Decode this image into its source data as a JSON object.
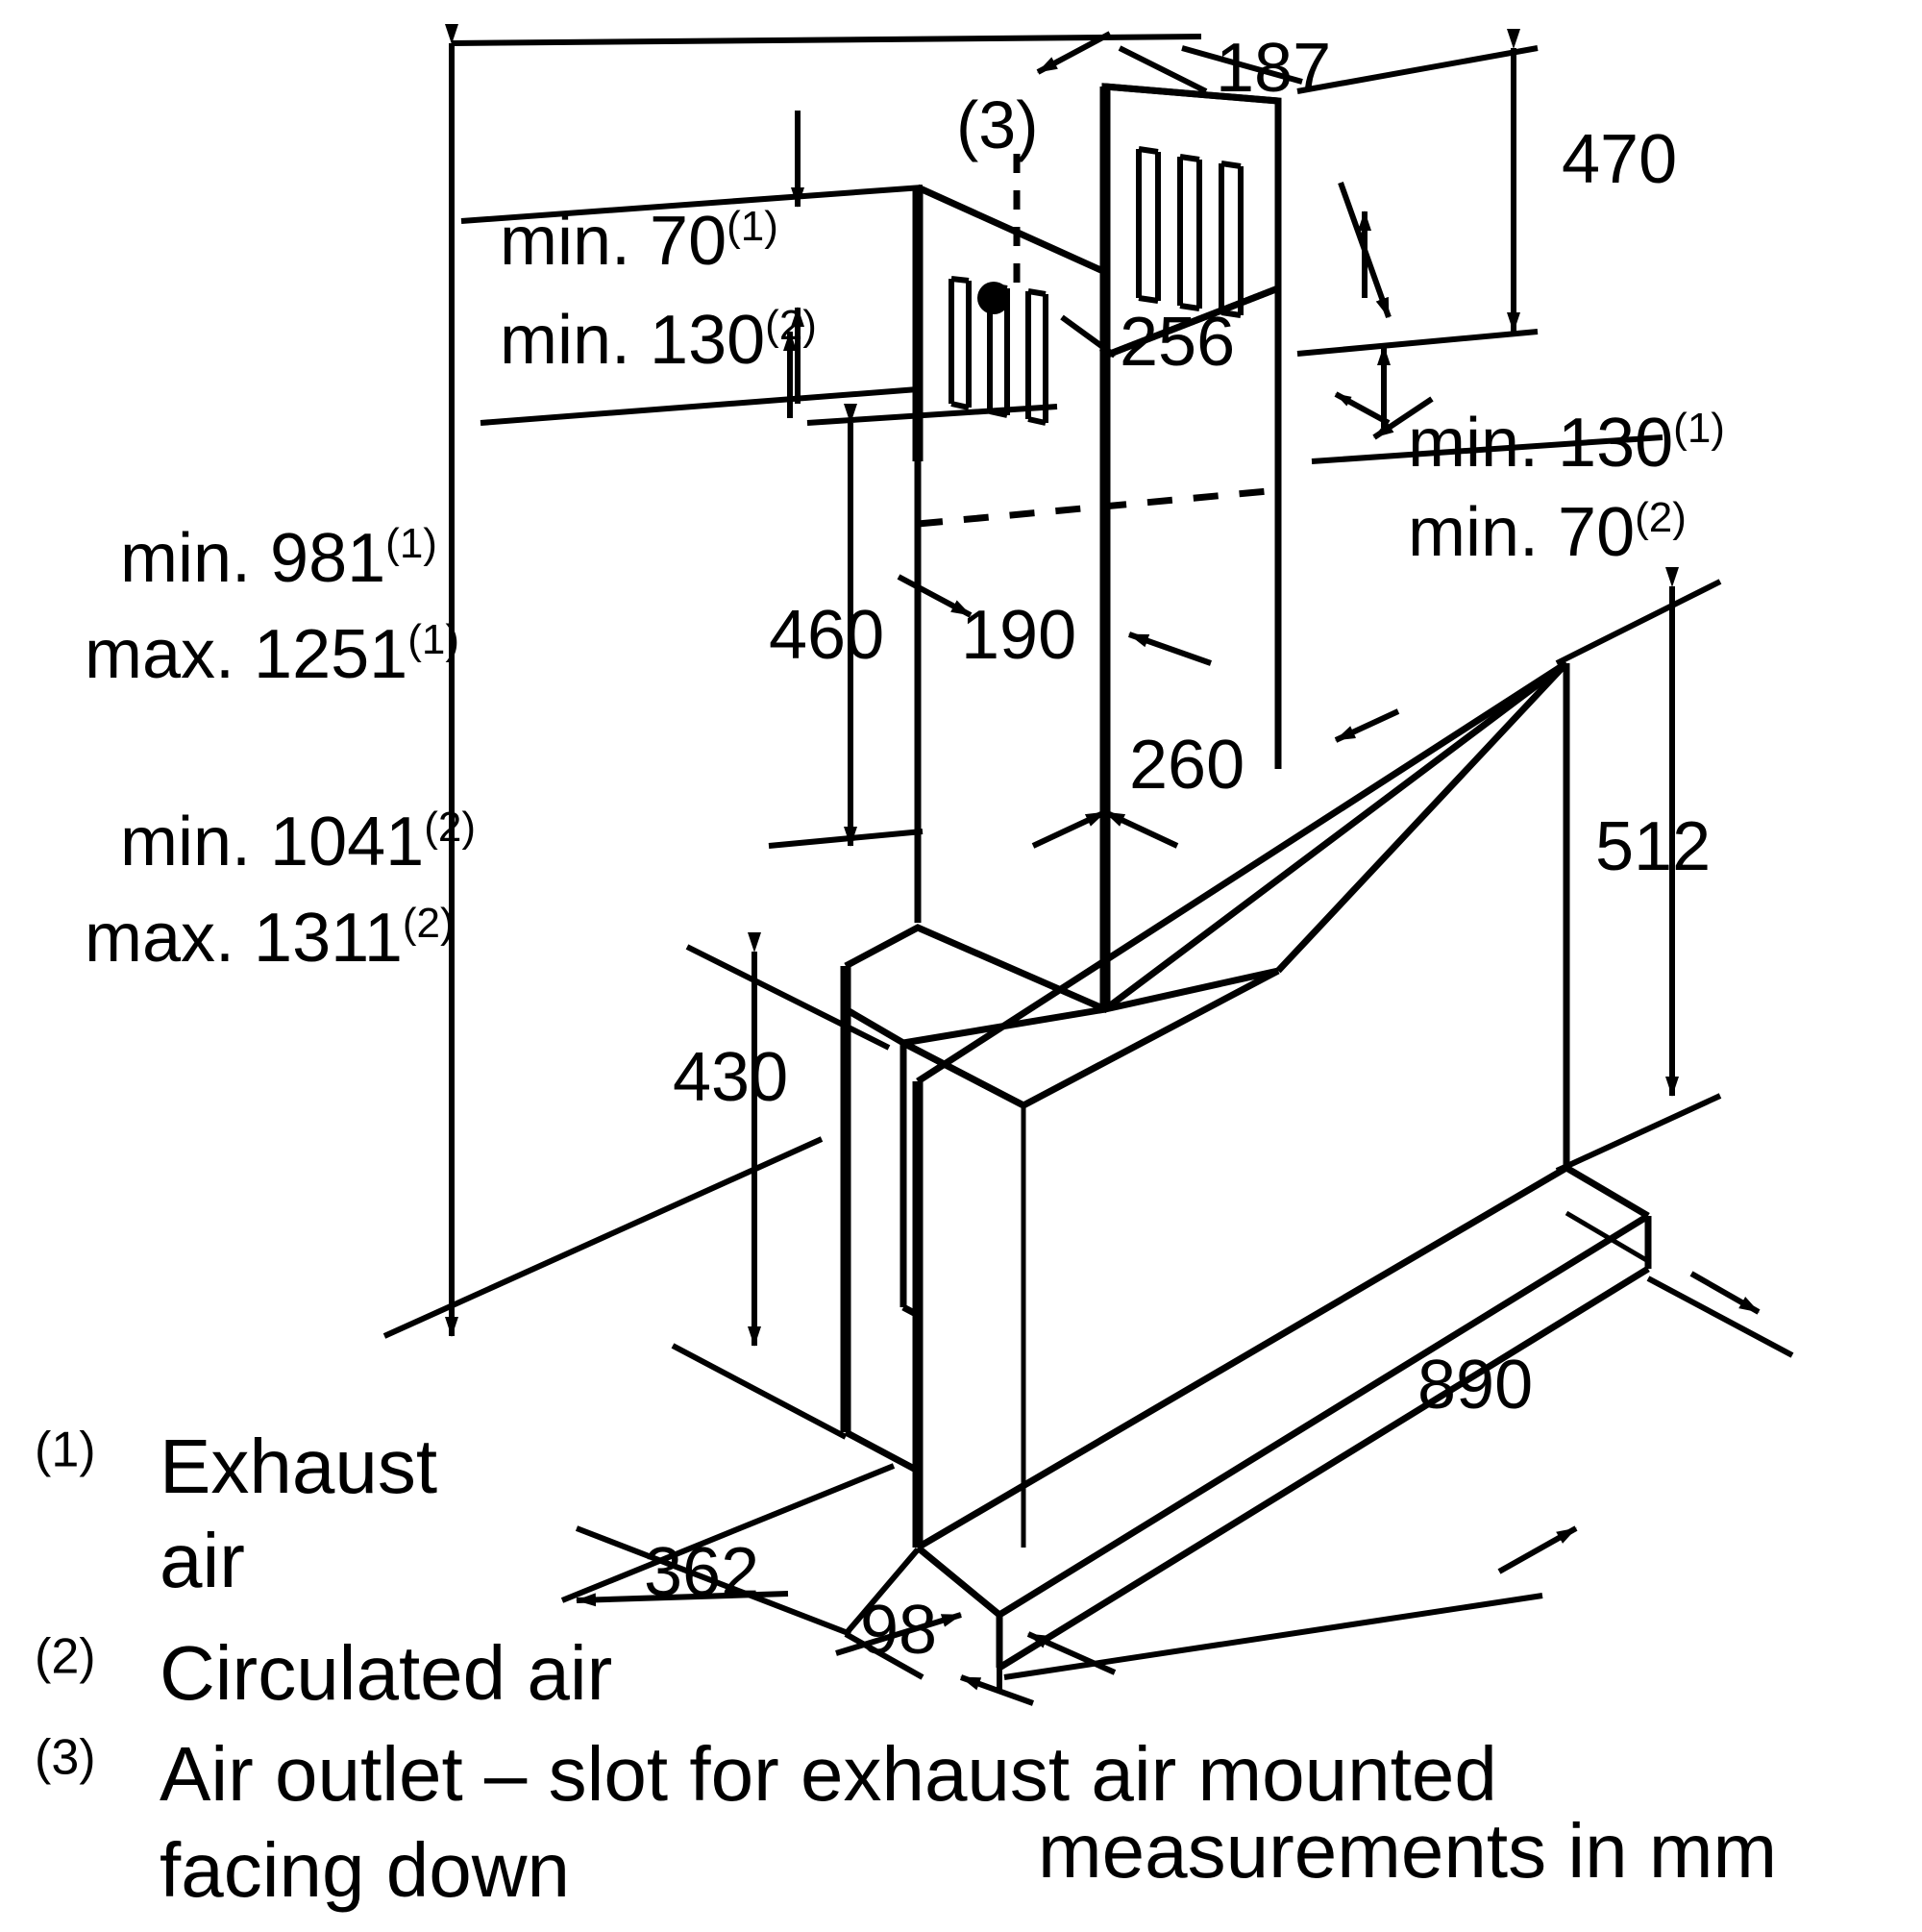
{
  "drawing": {
    "title": "Wall-mounted extractor hood dimension drawing",
    "units_note": "measurements in mm",
    "line_color": "#000000",
    "background_color": "#ffffff"
  },
  "callouts": {
    "air_outlet_marker": "(3)"
  },
  "dimensions": {
    "top_width": "187",
    "chimney_depth": "256",
    "top_height": "470",
    "duct_drop": "460",
    "chimney_width": "190",
    "body_depth_upper": "260",
    "body_front_height": "430",
    "glass_height": "512",
    "body_width": "890",
    "body_depth_lower": "362",
    "glass_thickness": "98"
  },
  "clearances": {
    "top_left": [
      {
        "prefix": "min. ",
        "value": "70",
        "note": "(1)"
      },
      {
        "prefix": "min. ",
        "value": "130",
        "note": "(2)"
      }
    ],
    "left_column": [
      {
        "prefix": "min. ",
        "value": "981",
        "note": "(1)"
      },
      {
        "prefix": "max. ",
        "value": "1251",
        "note": "(1)"
      },
      {
        "prefix": "min. ",
        "value": "1041",
        "note": "(2)"
      },
      {
        "prefix": "max. ",
        "value": "1311",
        "note": "(2)"
      }
    ],
    "right_column": [
      {
        "prefix": "min. ",
        "value": "130",
        "note": "(1)"
      },
      {
        "prefix": "min. ",
        "value": "70",
        "note": "(2)"
      }
    ]
  },
  "legend": {
    "items": [
      {
        "marker": "(1)",
        "line1": "Exhaust",
        "line2": "air"
      },
      {
        "marker": "(2)",
        "line1": "Circulated air",
        "line2": ""
      },
      {
        "marker": "(3)",
        "line1": "Air outlet – slot for exhaust air mounted",
        "line2": "facing down"
      }
    ],
    "footer": "measurements in mm"
  }
}
